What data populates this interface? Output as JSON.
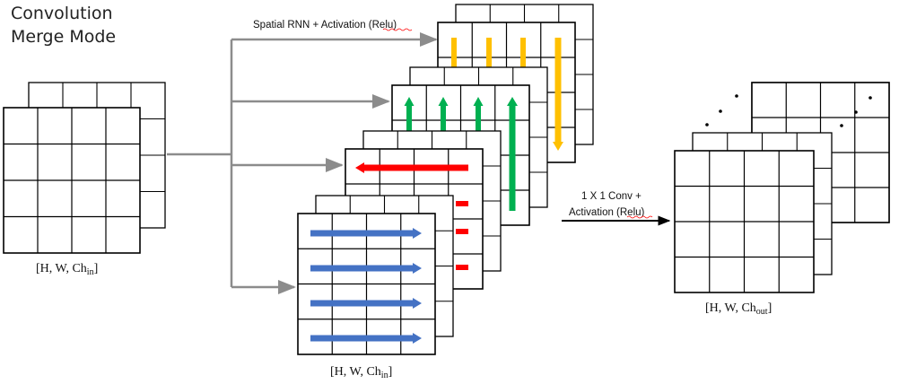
{
  "title": {
    "line1": "Convolution",
    "line2": "Merge Mode"
  },
  "labels": {
    "input_main": "H, W, Ch",
    "input_sub": "in",
    "stack_main": "H, W, Ch",
    "stack_sub": "in",
    "output_main": "H, W, Ch",
    "output_sub": "out"
  },
  "captions": {
    "spatial_rnn": "Spatial RNN + Activation (Relu)",
    "conv_line1": "1 X 1 Conv +",
    "conv_line2": "Activation (Relu)"
  },
  "colors": {
    "yellow": "#FFC000",
    "green": "#00B050",
    "red": "#FF0000",
    "blue": "#4472C4",
    "connector": "#8C8C8C",
    "grid": "#000000"
  }
}
